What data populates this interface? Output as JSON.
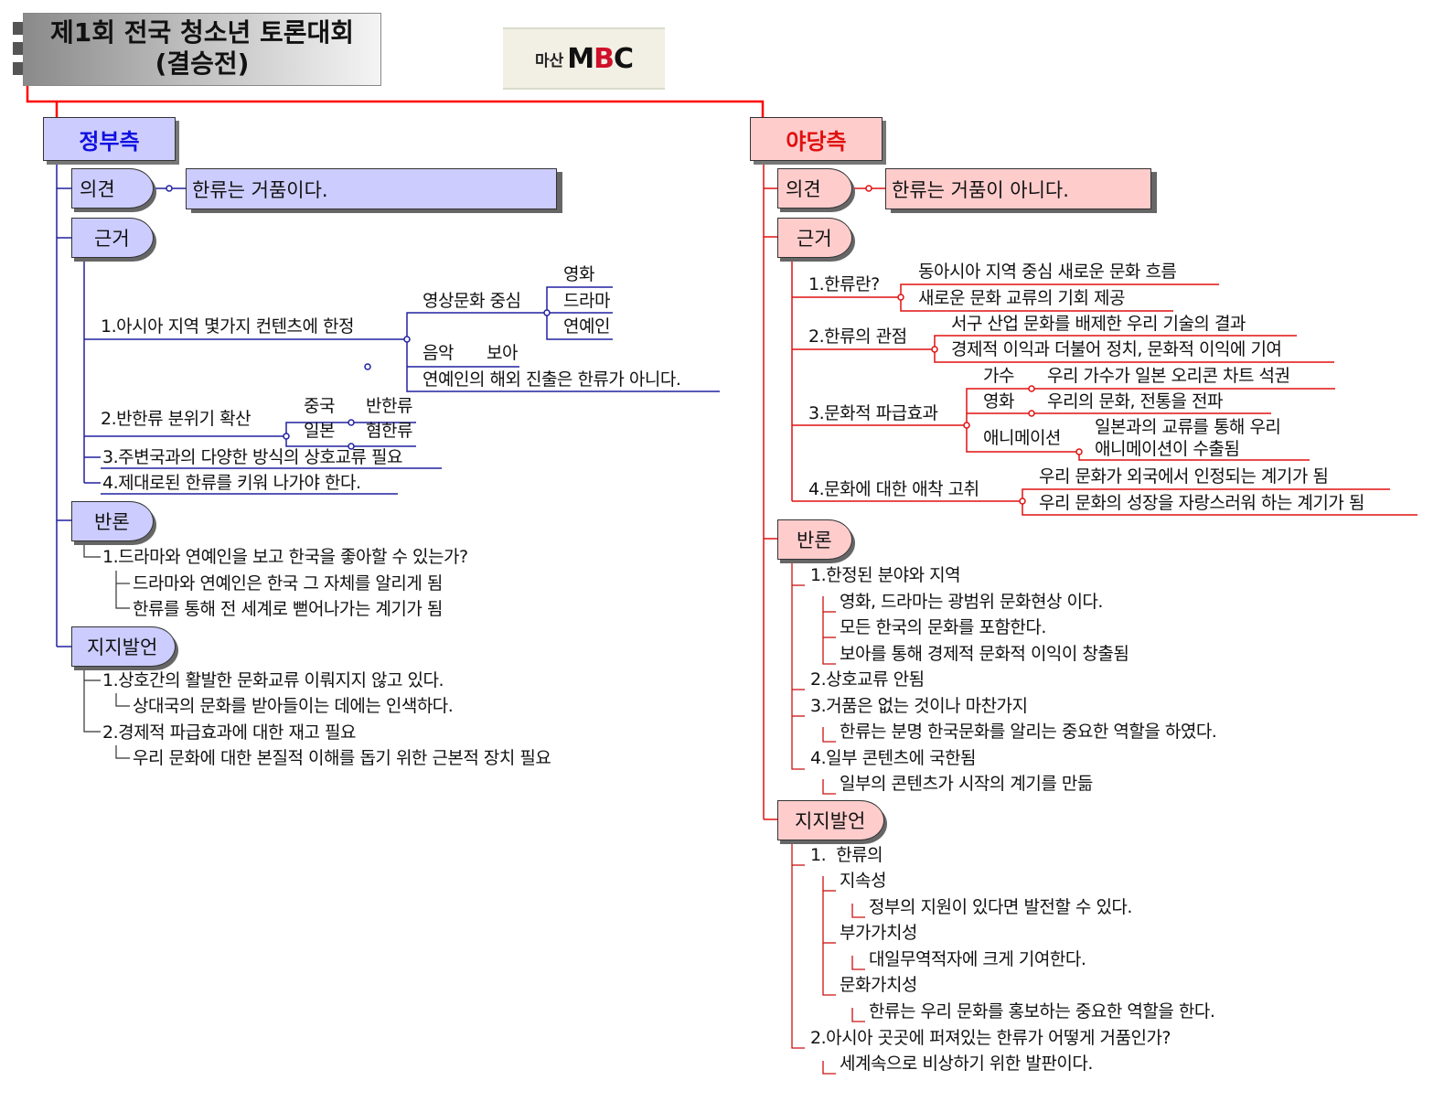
{
  "header": {
    "title_line1": "제1회 전국 청소년 토론대회",
    "title_line2": "(결승전)",
    "logo_location": "마산",
    "logo_brand_m": "M",
    "logo_brand_b": "B",
    "logo_brand_c": "C"
  },
  "colors": {
    "gov_fill": "#ccccff",
    "gov_text": "#1010e0",
    "opp_fill": "#ffcccc",
    "opp_text": "#e01010",
    "root_line": "#ff0000",
    "gov_line": "#2020a0"
  },
  "government": {
    "label": "정부측",
    "opinion": {
      "label": "의견",
      "text": "한류는 거품이다."
    },
    "grounds": {
      "label": "근거",
      "item1": "1.아시아 지역 몇가지 컨텐츠에 한정",
      "item1_sub_video": "영상문화 중심",
      "item1_video_children": [
        "영화",
        "드라마",
        "연예인"
      ],
      "item1_music": "음악",
      "item1_music_child": "보아",
      "item1_sub_note": "연예인의 해외 진출은 한류가 아니다.",
      "item2": "2.반한류 분위기 확산",
      "item2_children": [
        {
          "country": "중국",
          "sentiment": "반한류"
        },
        {
          "country": "일본",
          "sentiment": "혐한류"
        }
      ],
      "item3": "3.주변국과의 다양한 방식의 상호교류 필요",
      "item4": "4.제대로된 한류를 키워 나가야 한다."
    },
    "rebuttal": {
      "label": "반론",
      "item1": "1.드라마와 연예인을 보고 한국을 좋아할 수 있는가?",
      "item1_children": [
        "드라마와 연예인은 한국 그 자체를 알리게 됨",
        "한류를 통해 전 세계로 뻗어나가는 계기가 됨"
      ]
    },
    "support": {
      "label": "지지발언",
      "item1": "1.상호간의 활발한 문화교류 이뤄지지 않고 있다.",
      "item1_child": "상대국의 문화를 받아들이는 데에는 인색하다.",
      "item2": "2.경제적 파급효과에 대한 재고 필요",
      "item2_child": "우리 문화에 대한 본질적 이해를 돕기 위한 근본적 장치 필요"
    }
  },
  "opposition": {
    "label": "야당측",
    "opinion": {
      "label": "의견",
      "text": "한류는 거품이 아니다."
    },
    "grounds": {
      "label": "근거",
      "item1": "1.한류란?",
      "item1_children": [
        "동아시아 지역 중심 새로운 문화 흐름",
        "새로운 문화 교류의 기회 제공"
      ],
      "item2": "2.한류의 관점",
      "item2_children": [
        "서구 산업 문화를 배제한 우리 기술의 결과",
        "경제적 이익과 더불어 정치, 문화적 이익에 기여"
      ],
      "item3": "3.문화적 파급효과",
      "item3_children": [
        {
          "field": "가수",
          "detail": "우리 가수가 일본 오리콘 차트 석권"
        },
        {
          "field": "영화",
          "detail": "우리의 문화, 전통을 전파"
        },
        {
          "field": "애니메이션",
          "detail_line1": "일본과의 교류를 통해 우리",
          "detail_line2": "애니메이션이 수출됨"
        }
      ],
      "item4": "4.문화에 대한 애착 고취",
      "item4_children": [
        "우리 문화가 외국에서 인정되는 계기가 됨",
        "우리 문화의 성장을 자랑스러워 하는 계기가 됨"
      ]
    },
    "rebuttal": {
      "label": "반론",
      "item1": "1.한정된 분야와 지역",
      "item1_children": [
        "영화, 드라마는 광범위 문화현상 이다.",
        "모든 한국의 문화를 포함한다.",
        "보아를 통해 경제적 문화적 이익이 창출됨"
      ],
      "item2": "2.상호교류 안됨",
      "item3": "3.거품은 없는 것이나 마찬가지",
      "item3_child": "한류는 분명 한국문화를 알리는 중요한 역할을 하였다.",
      "item4": "4.일부 콘텐츠에 국한됨",
      "item4_child": "일부의 콘텐츠가 시작의 계기를 만듦"
    },
    "support": {
      "label": "지지발언",
      "item1": "1.  한류의",
      "item1_children": [
        {
          "aspect": "지속성",
          "detail": "정부의 지원이 있다면 발전할 수 있다."
        },
        {
          "aspect": "부가가치성",
          "detail": "대일무역적자에 크게 기여한다."
        },
        {
          "aspect": "문화가치성",
          "detail": "한류는 우리 문화를 홍보하는 중요한 역할을 한다."
        }
      ],
      "item2": "2.아시아 곳곳에 퍼져있는 한류가 어떻게 거품인가?",
      "item2_child": "세계속으로 비상하기 위한 발판이다."
    }
  }
}
